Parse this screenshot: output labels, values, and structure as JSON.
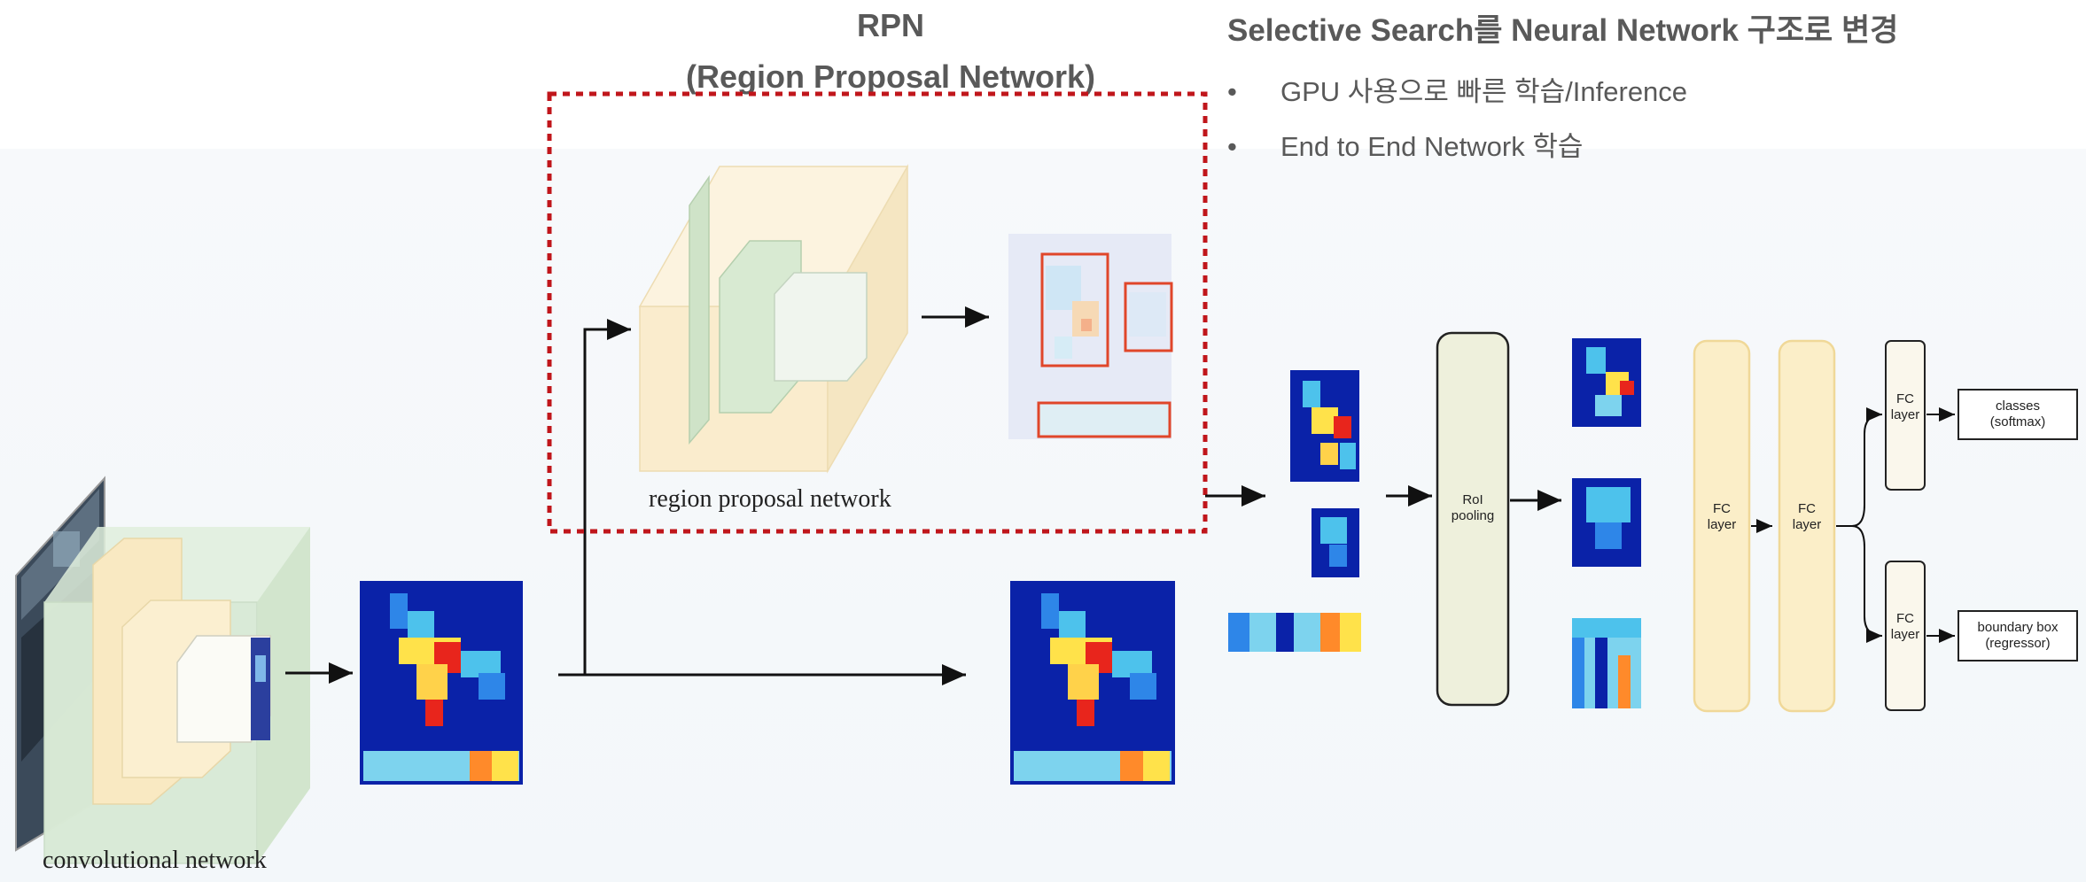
{
  "rpn_title": {
    "line1": "RPN",
    "line2": "(Region Proposal Network)"
  },
  "notes": {
    "title": "Selective Search를 Neural Network 구조로 변경",
    "bullet_symbol": "•",
    "bullets": [
      "GPU 사용으로 빠른 학습/Inference",
      "End to End Network 학습"
    ]
  },
  "labels": {
    "conv_network": "convolutional network",
    "region_proposal": "region proposal network",
    "roi_pooling_1": "RoI",
    "roi_pooling_2": "pooling",
    "fc": "FC",
    "layer": "layer",
    "classes_1": "classes",
    "classes_2": "(softmax)",
    "bbox_1": "boundary box",
    "bbox_2": "(regressor)"
  },
  "colors": {
    "dashed_box": "#c0161b",
    "proposal_box": "#e0462a",
    "fc_fill": "#fbeec8",
    "fc_stroke": "#f0d898",
    "roi_fill": "#eef0dc",
    "heat_blue": "#0a22a8"
  }
}
